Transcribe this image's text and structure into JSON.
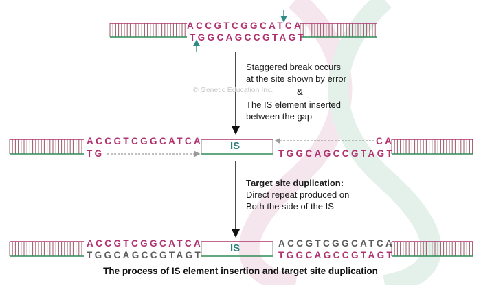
{
  "diagram": {
    "watermark": "© Genetic Education Inc.",
    "caption": "The process of IS element insertion and target site duplication",
    "step1": {
      "top_strand": "ACCGTCGGCATCA",
      "bottom_strand": "TGGCAGCCGTAGT"
    },
    "note1": {
      "line1": "Staggered break occurs",
      "line2": "at the site shown by error",
      "amp": "&",
      "line3": "The IS element inserted",
      "line4": "between the gap"
    },
    "step2": {
      "left_top": "ACCGTCGGCATCA",
      "left_bottom": "TG",
      "is_label": "IS",
      "right_top": "CA",
      "right_bottom": "TGGCAGCCGTAGT"
    },
    "note2": {
      "title": "Target site duplication:",
      "line1": "Direct repeat produced on",
      "line2": "Both the side of the IS"
    },
    "step3": {
      "left_top": "ACCGTCGGCATCA",
      "left_bottom_grey": "TGGCAGCCGTAGT",
      "is_label": "IS",
      "right_top_grey": "ACCGTCGGCATCA",
      "right_bottom": "TGGCAGCCGTAGT"
    },
    "colors": {
      "strand_red": "#b0336f",
      "strand_green": "#2e8b57",
      "is_text": "#2f7f7a",
      "grey_text": "#5c5c5c",
      "cut_arrow": "#2f8a8a"
    }
  }
}
